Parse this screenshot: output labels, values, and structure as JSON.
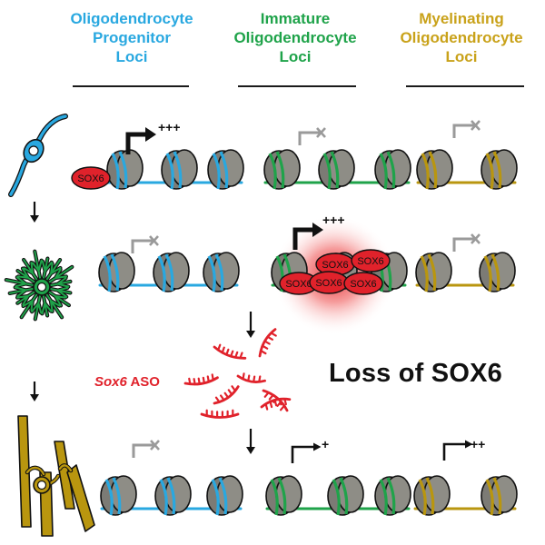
{
  "headers": [
    {
      "lines": [
        "Oligodendrocyte",
        "Progenitor",
        "Loci"
      ],
      "color": "#29a8e0"
    },
    {
      "lines": [
        "Immature",
        "Oligodendrocyte",
        "Loci"
      ],
      "color": "#1fa34a"
    },
    {
      "lines": [
        "Myelinating",
        "Oligodendrocyte",
        "Loci"
      ],
      "color": "#c9a21a"
    }
  ],
  "colors": {
    "opc": "#29a8e0",
    "immature": "#1fa34a",
    "myelinating": "#b9960f",
    "nucleosome": "#8e8d86",
    "sox6": "#e0222b",
    "inactive_arrow": "#9a9a9a",
    "active_arrow": "#111111"
  },
  "labels": {
    "sox6": "SOX6",
    "loss": "Loss of SOX6",
    "aso_gene": "Sox6",
    "aso_suffix": " ASO"
  },
  "row1": {
    "opc_level": "+++"
  },
  "row2": {
    "immature_level": "+++"
  },
  "row3": {
    "immature_level": "+",
    "myelinating_level": "++"
  },
  "icons": [
    "opc-cell-icon",
    "immature-oligodendrocyte-icon",
    "myelinating-oligodendrocyte-icon",
    "aso-strand-icon",
    "transcription-arrow-icon",
    "repressed-arrow-icon"
  ]
}
